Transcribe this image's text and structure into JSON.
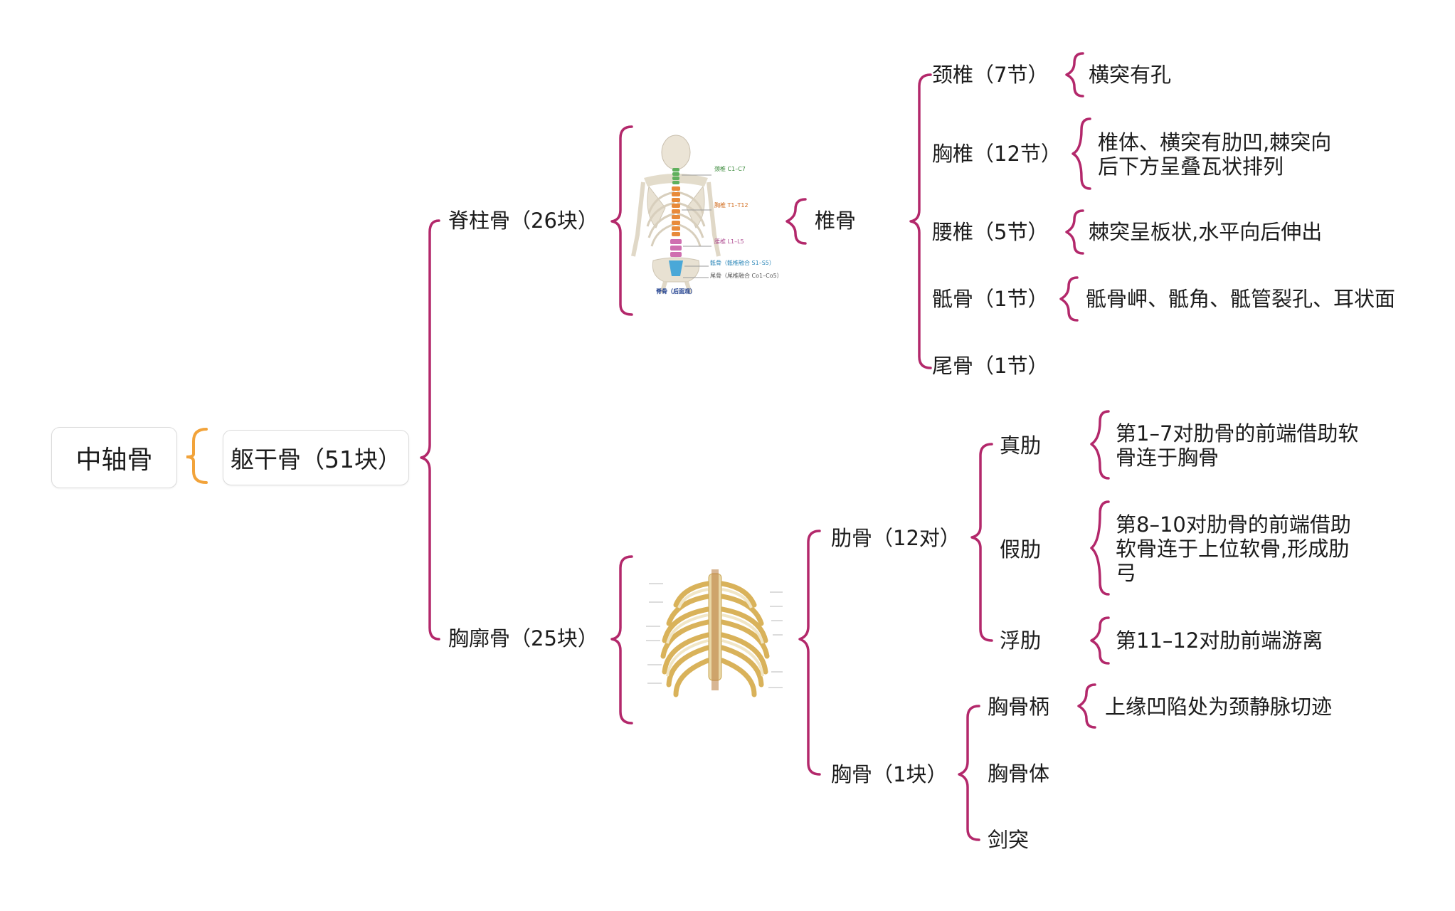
{
  "diagram": {
    "root": "中轴骨",
    "level1": "躯干骨（51块）",
    "spine": {
      "label": "脊柱骨（26块）",
      "vertebra_label": "椎骨",
      "image_captions": [
        "颈椎 C1–C7",
        "胸椎 T1–T12",
        "腰椎 L1–L5",
        "骶骨（骶椎融合 S1–S5）",
        "尾骨（尾椎融合 Co1–Co5）",
        "脊骨（后面观）"
      ],
      "parts": [
        {
          "name": "颈椎（7节）",
          "desc": "横突有孔"
        },
        {
          "name": "胸椎（12节）",
          "desc_lines": [
            "椎体、横突有肋凹,棘突向",
            "后下方呈叠瓦状排列"
          ]
        },
        {
          "name": "腰椎（5节）",
          "desc": "棘突呈板状,水平向后伸出"
        },
        {
          "name": "骶骨（1节）",
          "desc": "骶骨岬、骶角、骶管裂孔、耳状面"
        },
        {
          "name": "尾骨（1节）"
        }
      ]
    },
    "thorax": {
      "label": "胸廓骨（25块）",
      "ribs": {
        "label": "肋骨（12对）",
        "types": [
          {
            "name": "真肋",
            "desc_lines": [
              "第1–7对肋骨的前端借助软",
              "骨连于胸骨"
            ]
          },
          {
            "name": "假肋",
            "desc_lines": [
              "第8–10对肋骨的前端借助",
              "软骨连于上位软骨,形成肋",
              "弓"
            ]
          },
          {
            "name": "浮肋",
            "desc": "第11–12对肋前端游离"
          }
        ]
      },
      "sternum": {
        "label": "胸骨（1块）",
        "parts": [
          {
            "name": "胸骨柄",
            "desc": "上缘凹陷处为颈静脉切迹"
          },
          {
            "name": "胸骨体"
          },
          {
            "name": "剑突"
          }
        ]
      }
    }
  },
  "colors": {
    "root_brace": "#f2a33a",
    "branch": "#b3286b",
    "text": "#1c1c1c"
  }
}
